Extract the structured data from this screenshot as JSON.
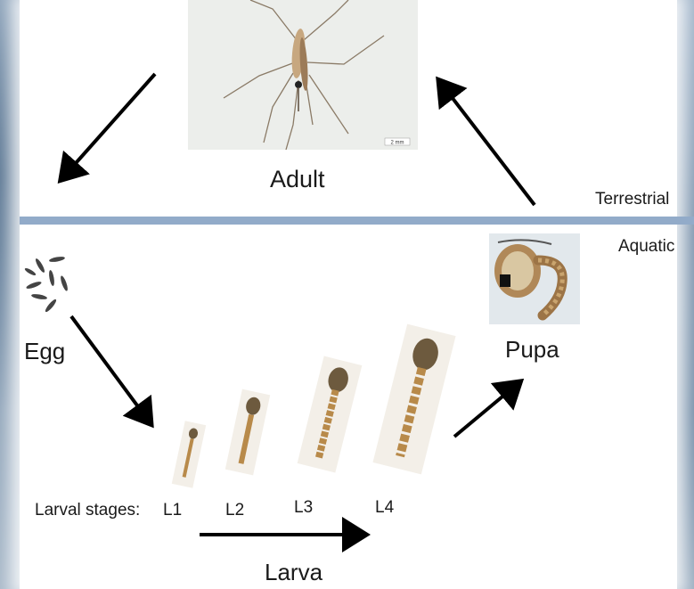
{
  "labels": {
    "adult": "Adult",
    "terrestrial": "Terrestrial",
    "aquatic": "Aquatic",
    "egg": "Egg",
    "pupa": "Pupa",
    "larval_stages": "Larval stages:",
    "l1": "L1",
    "l2": "L2",
    "l3": "L3",
    "l4": "L4",
    "larva": "Larva"
  },
  "adult_photo": {
    "scale_bar": "2 mm"
  },
  "colors": {
    "divider": "#92abc9",
    "arrow": "#000000",
    "larva_body": "#b88a4a",
    "pupa_body": "#a07a4a"
  }
}
